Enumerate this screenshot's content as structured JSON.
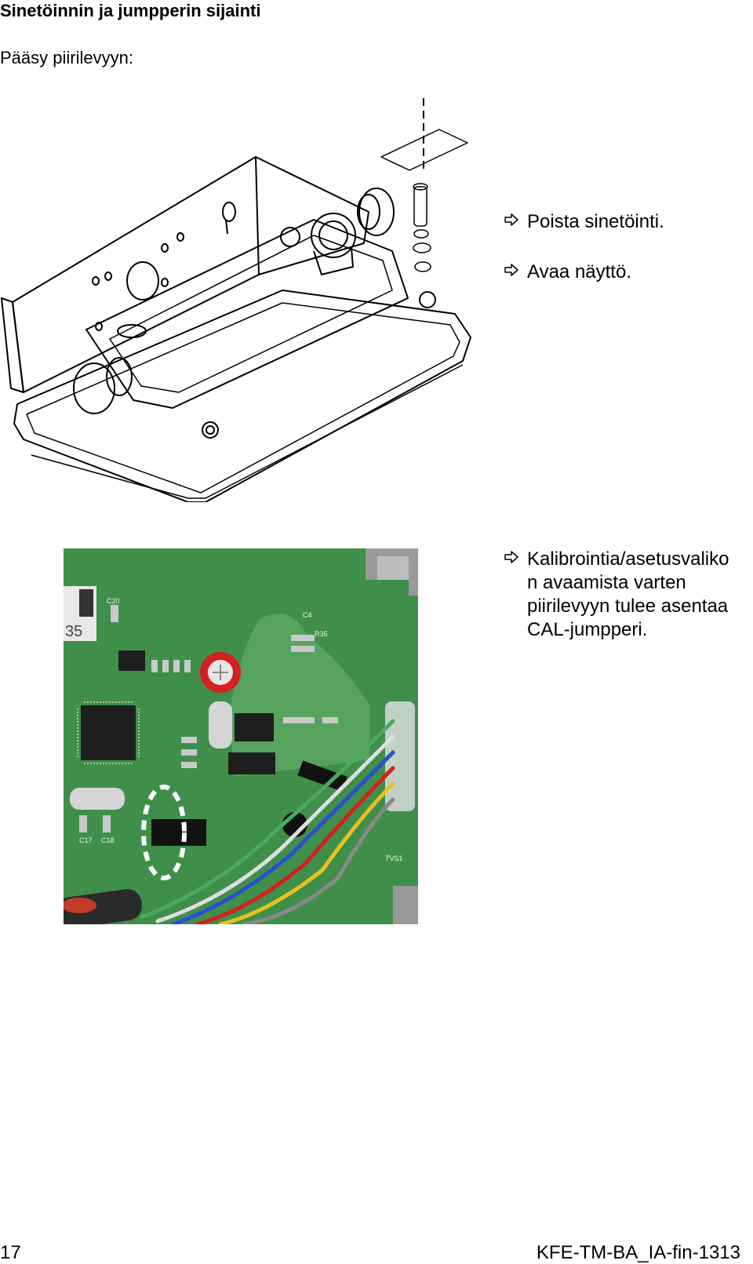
{
  "document": {
    "title": "Sinetöinnin ja jumpperin sijainti",
    "subtitle": "Pääsy piirilevyyn:"
  },
  "instructions": [
    {
      "icon": "hollow-arrow-right-icon",
      "text": "Poista sinetöinti."
    },
    {
      "icon": "hollow-arrow-right-icon",
      "text": "Avaa näyttö."
    },
    {
      "icon": "hollow-arrow-right-icon",
      "text": "Kalibrointia/asetusvaliko\nn avaamista varten\npiirilevyyn tulee asentaa\nCAL-jumpperi."
    }
  ],
  "figures": {
    "housing_drawing": {
      "icon": "display-housing-drawing"
    },
    "pcb_photo": {
      "icon": "circuit-board-photo",
      "label_sticker": "35",
      "silkscreen": [
        "C20",
        "C17",
        "C18",
        "TVS1",
        "R35",
        "C4"
      ],
      "colors": {
        "board": "#3f8f4a",
        "jumper_marker": "#ffffff",
        "seal": "#d42020"
      }
    }
  },
  "footer": {
    "page_number": "17",
    "doc_code": "KFE-TM-BA_IA-fin-1313"
  }
}
